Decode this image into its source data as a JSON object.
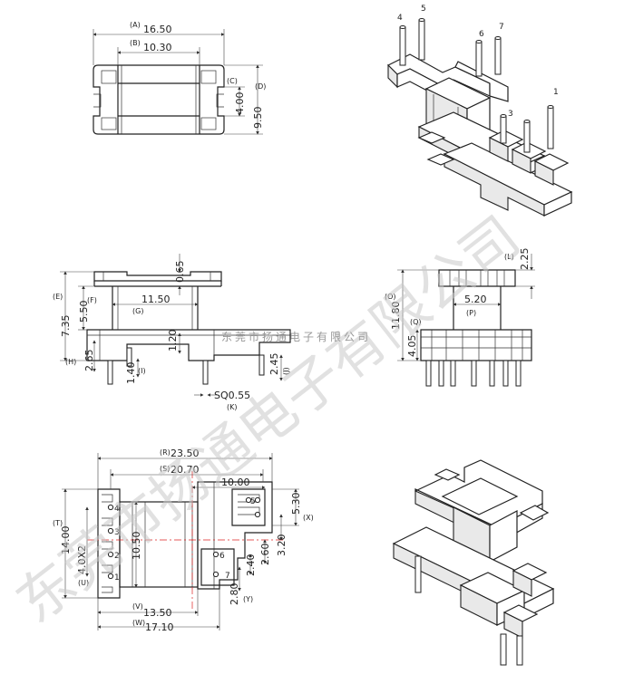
{
  "watermark": {
    "big_text": "东莞市扬通电子有限公司",
    "small_text": "东莞市扬通电子有限公司"
  },
  "top_view": {
    "dims": [
      {
        "letter": "(A)",
        "value": "16.50"
      },
      {
        "letter": "(B)",
        "value": "10.30"
      },
      {
        "letter": "(C)",
        "value": "4.00"
      },
      {
        "letter": "(D)",
        "value": "9.50"
      }
    ]
  },
  "front_view": {
    "dims": [
      {
        "letter": "",
        "value": "0.65"
      },
      {
        "letter": "(E)",
        "value": "7.35"
      },
      {
        "letter": "(F)",
        "value": "5.50"
      },
      {
        "letter": "(G)",
        "value": "11.50"
      },
      {
        "letter": "",
        "value": "1.20"
      },
      {
        "letter": "(H)",
        "value": "2.65"
      },
      {
        "letter": "(I)",
        "value": "1.40"
      },
      {
        "letter": "(J)",
        "value": "2.45"
      },
      {
        "letter": "(K)",
        "value": "SQ0.55"
      }
    ]
  },
  "side_view": {
    "dims": [
      {
        "letter": "(L)",
        "value": "2.25"
      },
      {
        "letter": "(O)",
        "value": "11.80"
      },
      {
        "letter": "(P)",
        "value": "5.20"
      },
      {
        "letter": "(Q)",
        "value": "4.05"
      }
    ]
  },
  "bottom_view": {
    "dims": [
      {
        "letter": "(R)",
        "value": "23.50"
      },
      {
        "letter": "(S)",
        "value": "20.70"
      },
      {
        "letter": "",
        "value": "10.00"
      },
      {
        "letter": "(T)",
        "value": "14.00"
      },
      {
        "letter": "(U)",
        "value": "4.0X2"
      },
      {
        "letter": "",
        "value": "10.50"
      },
      {
        "letter": "",
        "value": "5.30"
      },
      {
        "letter": "(X)",
        "value": "3.20"
      },
      {
        "letter": "",
        "value": "2.60"
      },
      {
        "letter": "",
        "value": "2.40"
      },
      {
        "letter": "(Y)",
        "value": "2.80"
      },
      {
        "letter": "(V)",
        "value": "13.50"
      },
      {
        "letter": "(W)",
        "value": "17.10"
      }
    ],
    "pins": [
      "1",
      "2",
      "3",
      "4",
      "5",
      "6",
      "7"
    ]
  },
  "iso_view": {
    "pins": [
      "1",
      "3",
      "4",
      "5",
      "6",
      "7"
    ]
  }
}
